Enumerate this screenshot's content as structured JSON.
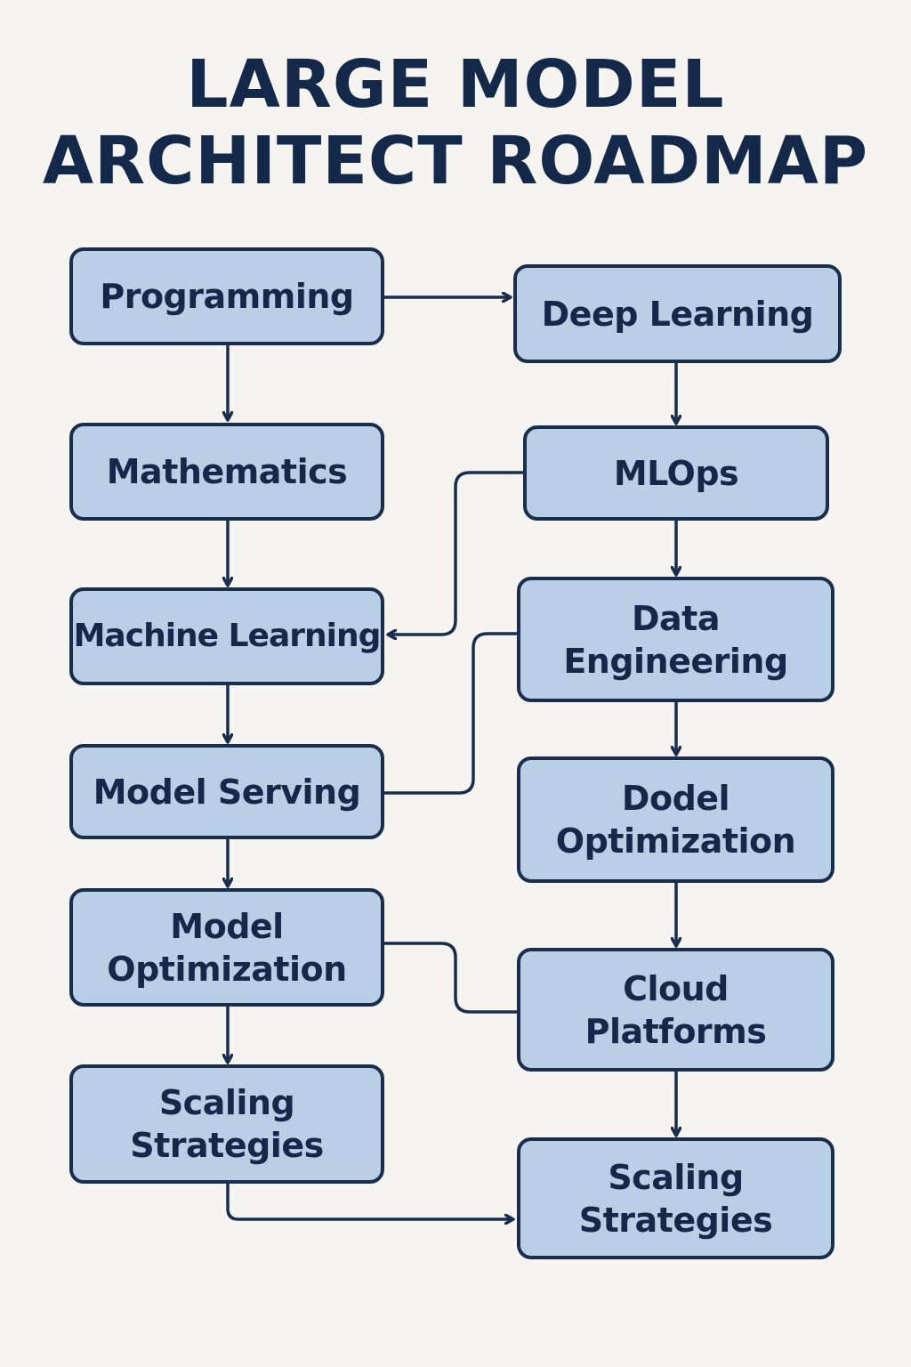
{
  "title": {
    "line1": "LARGE MODEL",
    "line2": "ARCHITECT ROADMAP"
  },
  "colors": {
    "background": "#f5f4f0",
    "node_fill": "#b9cfe6",
    "node_border": "#1a2d4d",
    "text": "#14294a"
  },
  "nodes": {
    "programming": "Programming",
    "mathematics": "Mathematics",
    "machine_learning": "Machine Learning",
    "model_serving": "Model Serving",
    "model_optimization_left": "Model\nOptimization",
    "scaling_strategies_left": "Scaling\nStrategies",
    "deep_learning": "Deep Learning",
    "mlops": "MLOps",
    "data_engineering": "Data\nEngineering",
    "dodel_optimization": "Dodel\nOptimization",
    "cloud_platforms": "Cloud\nPlatforms",
    "scaling_strategies_right": "Scaling\nStrategies"
  }
}
